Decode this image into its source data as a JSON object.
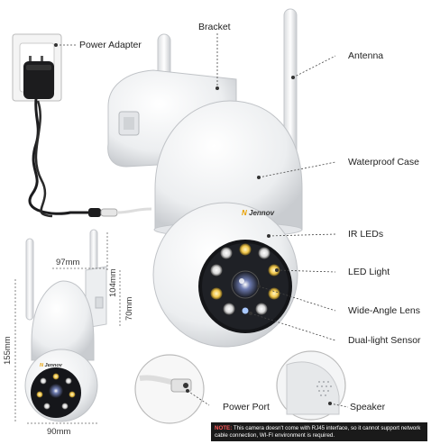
{
  "brand": {
    "mark": "N",
    "name": "Jennov"
  },
  "labels": {
    "power_adapter": "Power Adapter",
    "bracket": "Bracket",
    "antenna": "Antenna",
    "waterproof_case": "Waterproof Case",
    "ir_leds": "IR LEDs",
    "led_light": "LED Light",
    "wide_angle_lens": "Wide-Angle Lens",
    "dual_light_sensor": "Dual-light Sensor",
    "power_port": "Power Port",
    "speaker": "Speaker"
  },
  "dimensions": {
    "width_top": "97mm",
    "depth": "104mm",
    "bracket_height": "70mm",
    "height": "155mm",
    "width_bottom": "90mm"
  },
  "note": {
    "title": "NOTE:",
    "text": "This camera doesn't come with RJ45 interface, so it cannot support network cable connection, WI-FI environment is required."
  }
}
